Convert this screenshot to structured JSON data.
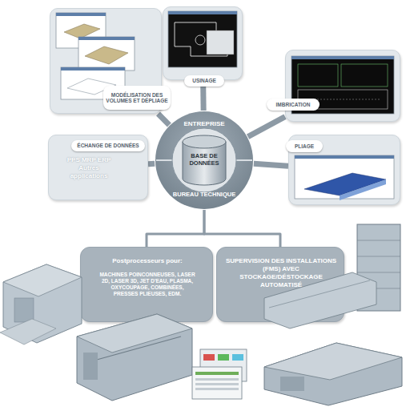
{
  "diagram": {
    "nodes": [
      {
        "text": [
          "MODÉLISATION DES VOLUMES ET DÉPLIAGE"
        ]
      },
      {
        "text": [
          "USINAGE"
        ]
      },
      {
        "text": [
          "IMBRICATION"
        ]
      },
      {
        "text": [
          "ÉCHANGE DE DONNÉES",
          "PPS MRP ERP Autres applications"
        ]
      },
      {
        "text": [
          "ENTREPRISE",
          "BUREAU TECHNIQUE"
        ]
      },
      {
        "text": [
          "BASE DE DONNÉES"
        ],
        "in": 4
      },
      {
        "text": [
          "PLIAGE"
        ]
      },
      {
        "text": [
          "Postprocesseurs pour:",
          "MACHINES POINCONNEUSES, LASER 2D, LASER 3D, JET D'EAU, PLASMA, OXYCOUPAGE, COMBINÉES, PRESSES PLIEUSES, EDM."
        ]
      },
      {
        "text": [
          "SUPERVISION DES INSTALLATIONS (FMS) AVEC STOCKAGE/DÉSTOCKAGE AUTOMATISÉ"
        ]
      }
    ],
    "edges": [
      {
        "from": 4,
        "to": 0,
        "arrow": "none"
      },
      {
        "from": 4,
        "to": 1,
        "arrow": "none"
      },
      {
        "from": 4,
        "to": 2,
        "arrow": "none"
      },
      {
        "from": 4,
        "to": 3,
        "arrow": "none"
      },
      {
        "from": 4,
        "to": 6,
        "arrow": "none"
      },
      {
        "from": 4,
        "to": 7,
        "arrow": "none"
      },
      {
        "from": 4,
        "to": 8,
        "arrow": "none"
      }
    ]
  }
}
